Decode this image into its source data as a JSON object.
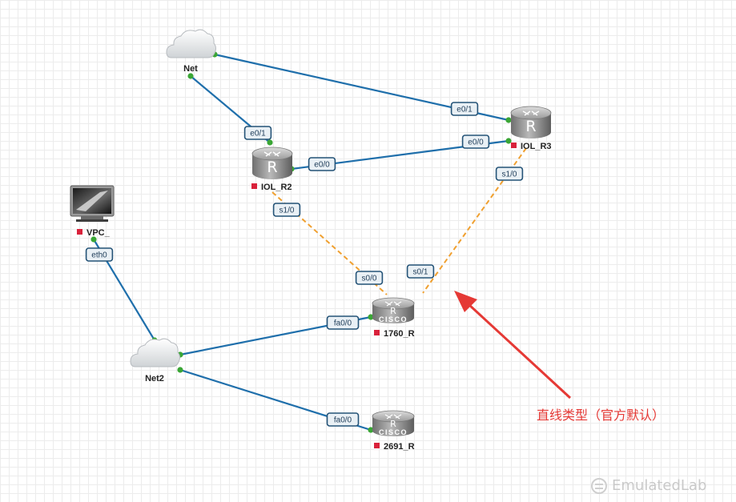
{
  "nodes": {
    "net": {
      "label": "Net"
    },
    "net2": {
      "label": "Net2"
    },
    "iol_r2": {
      "label": "IOL_R2"
    },
    "iol_r3": {
      "label": "IOL_R3"
    },
    "r1760": {
      "label": "1760_R"
    },
    "r2691": {
      "label": "2691_R"
    },
    "vpc": {
      "label": "VPC_"
    }
  },
  "links": [
    {
      "from": "net",
      "to": "iol_r3",
      "type": "ethernet",
      "ports": [
        "e0/1"
      ]
    },
    {
      "from": "net",
      "to": "iol_r2",
      "type": "ethernet",
      "ports": [
        "e0/1"
      ]
    },
    {
      "from": "iol_r2",
      "to": "iol_r3",
      "type": "ethernet",
      "ports": [
        "e0/0",
        "e0/0"
      ]
    },
    {
      "from": "iol_r2",
      "to": "r1760",
      "type": "serial",
      "ports": [
        "s1/0",
        "s0/0"
      ]
    },
    {
      "from": "iol_r3",
      "to": "r1760",
      "type": "serial",
      "ports": [
        "s1/0",
        "s0/1"
      ]
    },
    {
      "from": "vpc",
      "to": "net2",
      "type": "ethernet",
      "ports": [
        "eth0"
      ]
    },
    {
      "from": "net2",
      "to": "r1760",
      "type": "ethernet",
      "ports": [
        "fa0/0"
      ]
    },
    {
      "from": "net2",
      "to": "r2691",
      "type": "ethernet",
      "ports": [
        "fa0/0"
      ]
    }
  ],
  "colors": {
    "ethernet_link": "#1f6fab",
    "serial_link": "#f0a030",
    "link_dot": "#3aa635",
    "status": "#d9223b",
    "annotation": "#e53935"
  },
  "annotation": {
    "text": "直线类型（官方默认）"
  },
  "watermark": {
    "text": "EmulatedLab"
  }
}
